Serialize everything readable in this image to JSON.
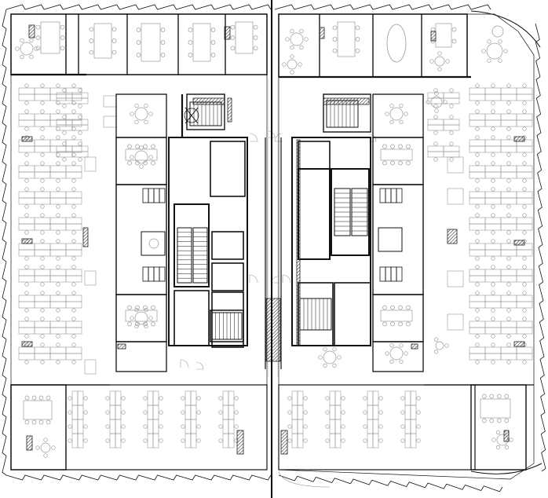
{
  "drawing": {
    "type": "architectural floor plan",
    "colors": {
      "background": "#ffffff",
      "wall": "#111111",
      "furniture": "#9a9a9a",
      "light": "#c4c4c4",
      "hatch": "#222222",
      "divider": "#000000"
    },
    "wings": [
      "west-wing",
      "east-wing"
    ],
    "elements": [
      "outer-facade",
      "perimeter-columns",
      "open-office-desks",
      "meeting-rooms",
      "cores",
      "stairs",
      "elevators",
      "toilets",
      "central-divider-line"
    ]
  }
}
